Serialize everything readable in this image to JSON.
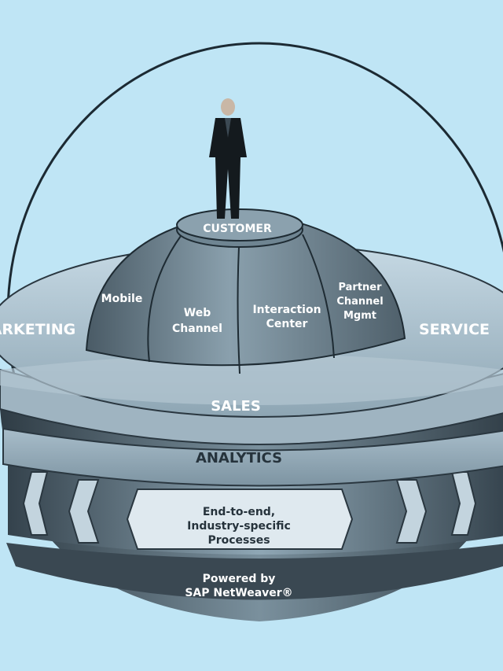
{
  "diagram": {
    "top": {
      "customer": "CUSTOMER"
    },
    "dome_segments": [
      {
        "lines": [
          "Mobile"
        ]
      },
      {
        "lines": [
          "Web",
          "Channel"
        ]
      },
      {
        "lines": [
          "Interaction",
          "Center"
        ]
      },
      {
        "lines": [
          "Partner",
          "Channel",
          "Mgmt"
        ]
      }
    ],
    "ring": {
      "marketing": "ARKETING",
      "service": "SERVICE",
      "sales": "SALES"
    },
    "analytics": "ANALYTICS",
    "processes": [
      "End-to-end,",
      "Industry-specific",
      "Processes"
    ],
    "platform": [
      "Powered by",
      "SAP NetWeaver®"
    ],
    "colors": {
      "background": "#bfe5f5",
      "outline": "#1c2a33",
      "steel_dark": "#3b4a55",
      "steel_light": "#a9bcc8"
    }
  }
}
